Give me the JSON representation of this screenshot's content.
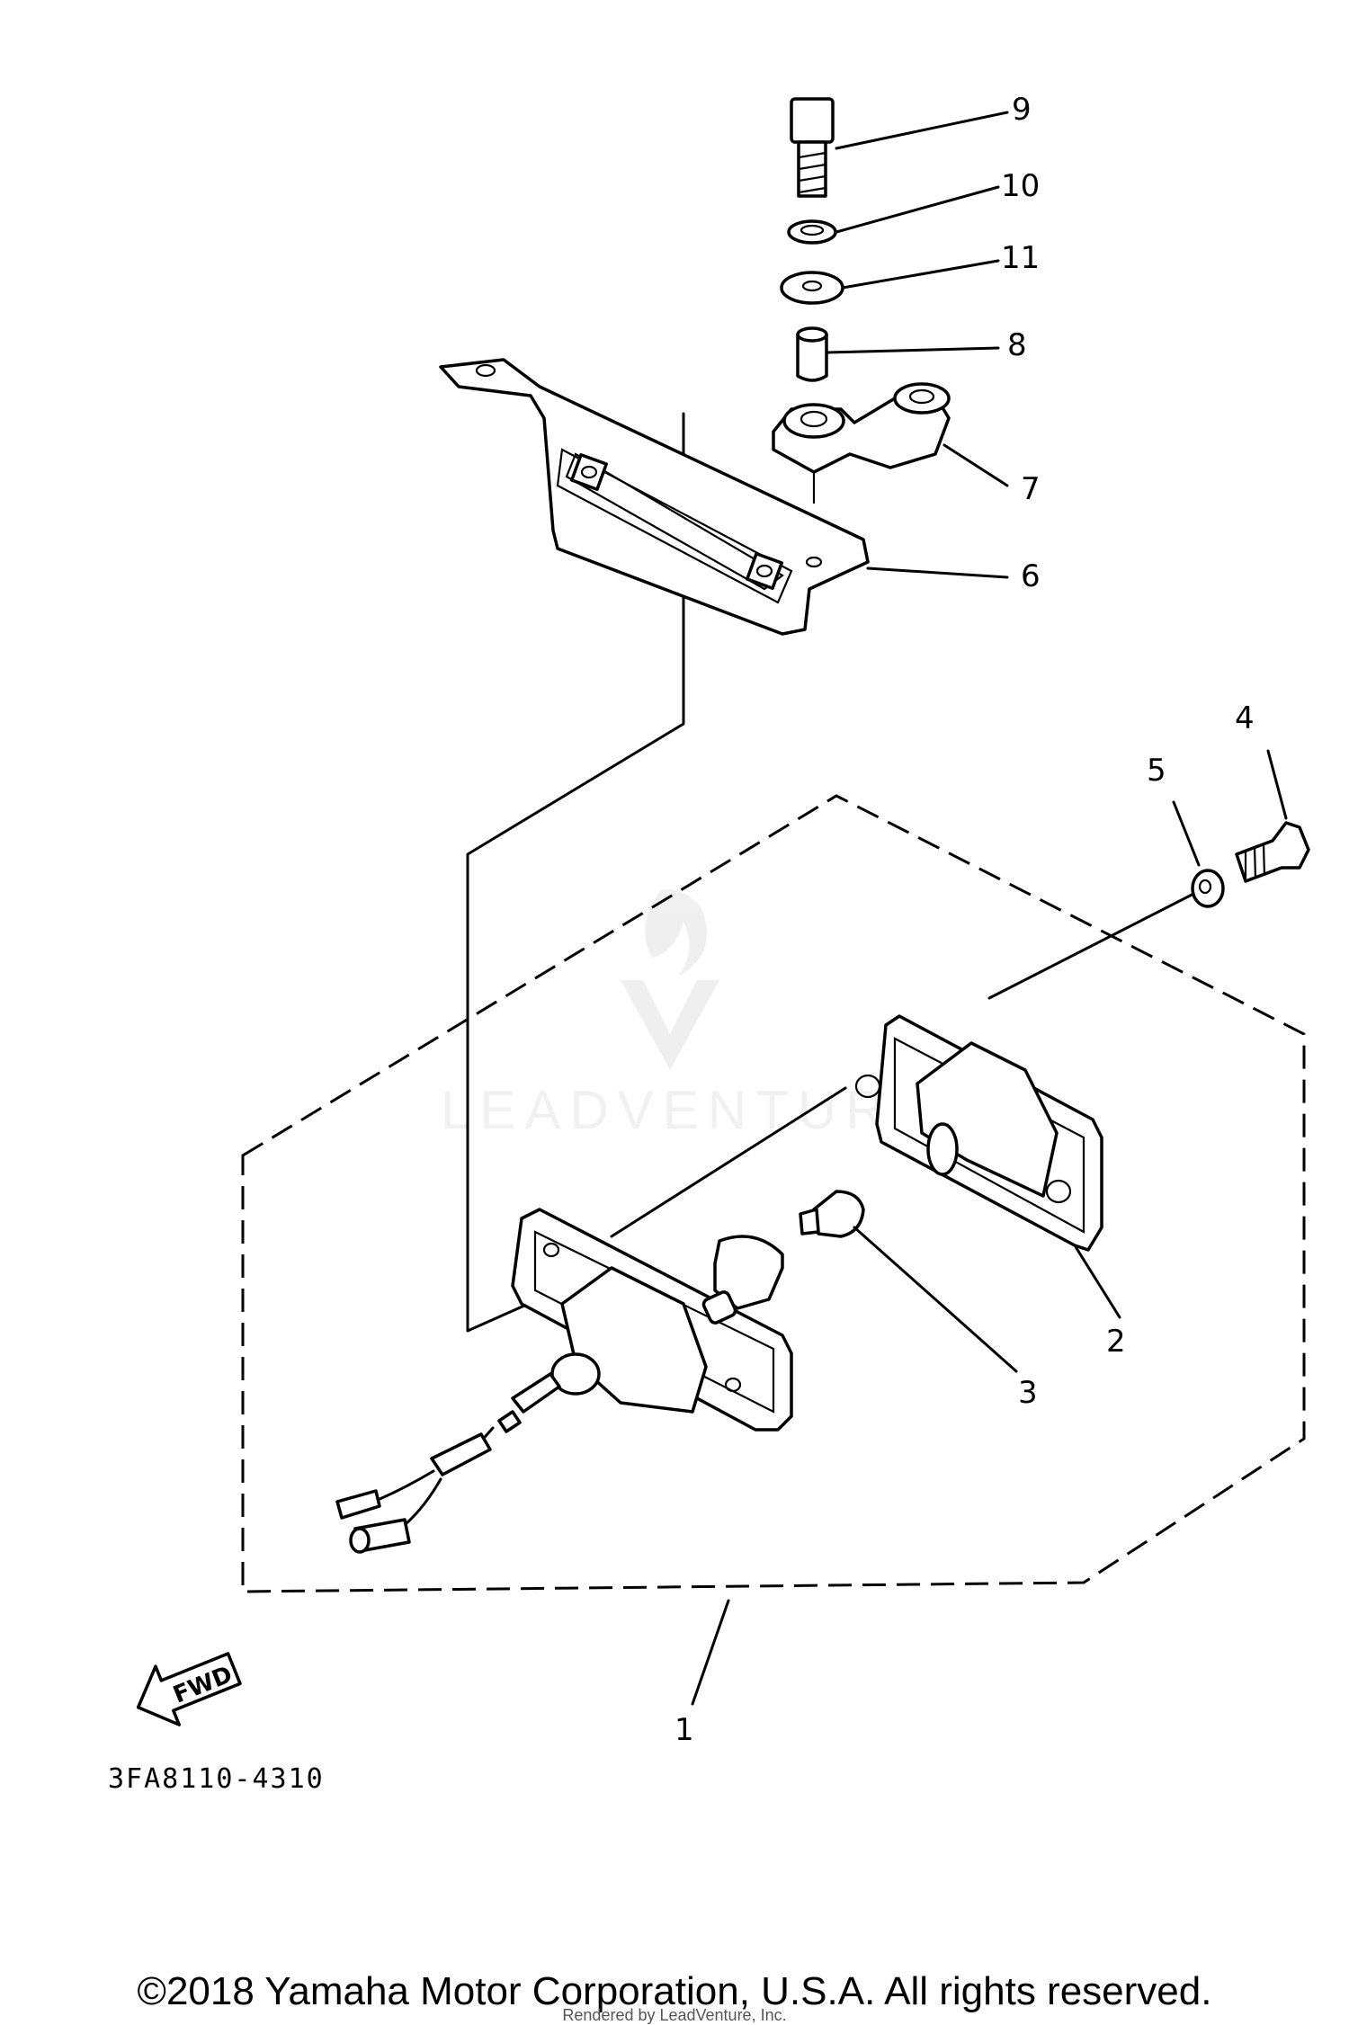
{
  "diagram": {
    "callouts": {
      "c1": "1",
      "c2": "2",
      "c3": "3",
      "c4": "4",
      "c5": "5",
      "c6": "6",
      "c7": "7",
      "c8": "8",
      "c9": "9",
      "c10": "10",
      "c11": "11"
    },
    "fwd_label": "FWD",
    "drawing_code": "3FA8110-4310",
    "watermark": "LEADVENTURE"
  },
  "footer": {
    "copyright": "©2018 Yamaha Motor Corporation, U.S.A. All rights reserved.",
    "rendered_by": "Rendered by LeadVenture, Inc."
  }
}
